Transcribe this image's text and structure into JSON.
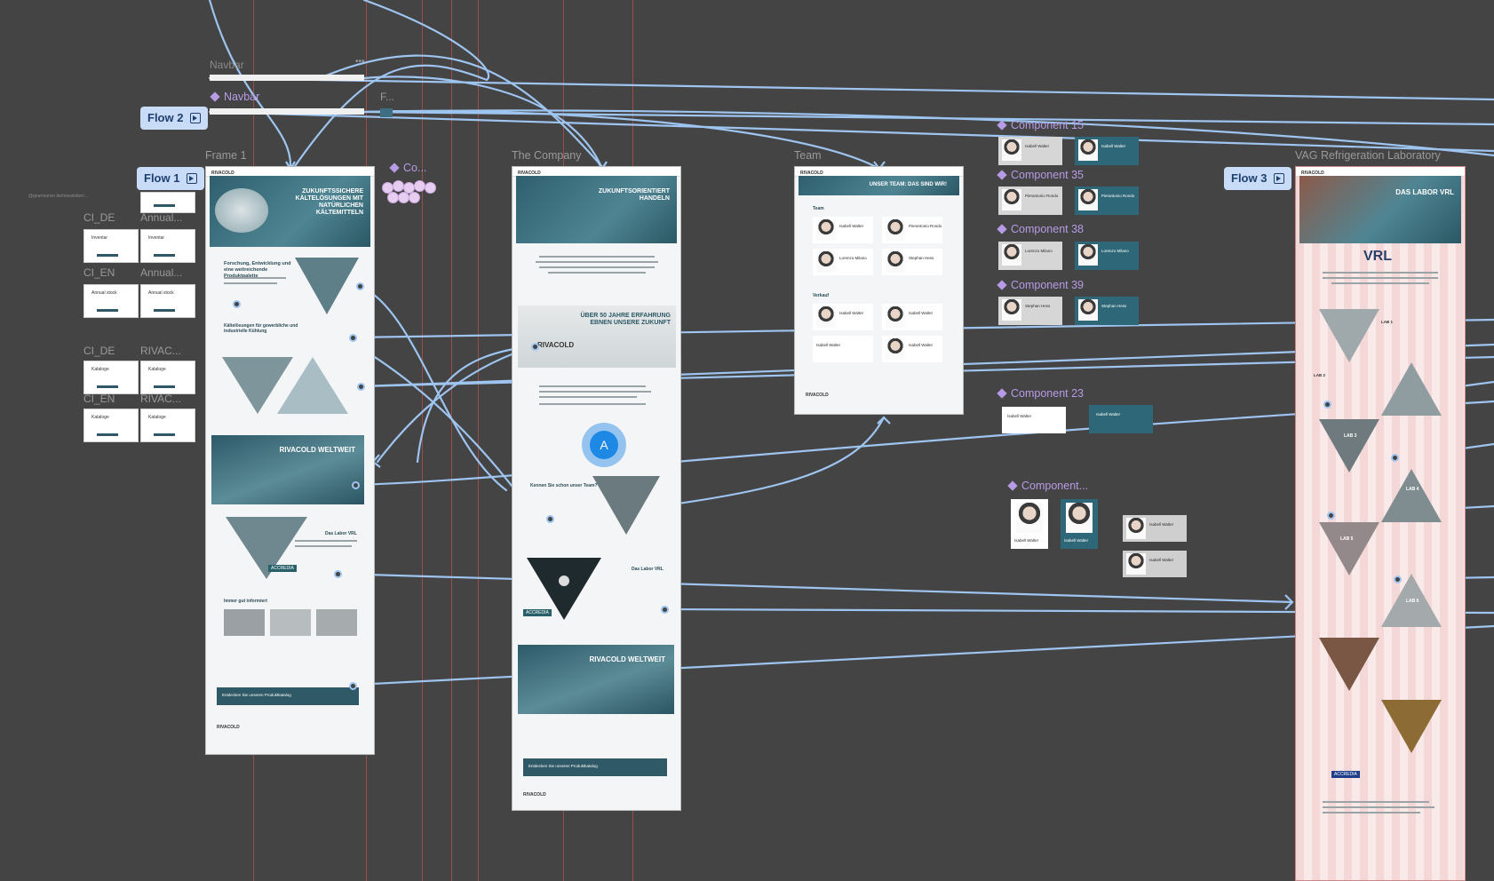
{
  "canvas": {
    "background": "#444444",
    "wire_color": "#9ec4f0",
    "guide_color": "#b5524e",
    "component_color": "#b79be6"
  },
  "navbar": {
    "ghost_label": "Navbar",
    "component_label": "Navbar",
    "dots": "•••"
  },
  "flows": [
    {
      "label": "Flow 2",
      "icon": "flow-play-icon"
    },
    {
      "label": "Flow 1",
      "icon": "flow-play-icon"
    },
    {
      "label": "Flow 3",
      "icon": "flow-play-icon"
    }
  ],
  "frames": {
    "frame1": {
      "title": "Frame 1",
      "logo": "RIVACOLD",
      "hero": "ZUKUNFTSSICHERE KÄLTELÖSUNGEN MIT NATÜRLICHEN KÄLTEMITTELN",
      "h1": "Forschung, Entwicklung und eine weitreichende Produktpalette",
      "h2": "Kältelösungen für gewerbliche und industrielle Kühlung",
      "map": "RIVACOLD WELTWEIT",
      "labor": "Das Labor VRL",
      "accredia": "ACCREDIA",
      "news": "Immer gut informiert",
      "cta": "Entdecken Sie unseren Produktkatalog"
    },
    "company": {
      "title": "The Company",
      "logo": "RIVACOLD",
      "hero": "ZUKUNFTSORIENTIERT HANDELN",
      "exp": "ÜBER 50 JAHRE ERFAHRUNG EBNEN UNSERE ZUKUNFT",
      "brand": "RIVACOLD",
      "team_q": "Kennen Sie schon unser Team?",
      "labor": "Das Labor VRL",
      "accredia": "ACCREDIA",
      "map": "RIVACOLD WELTWEIT",
      "cta": "Entdecken Sie unseren Produktkatalog"
    },
    "team": {
      "title": "Team",
      "logo": "RIVACOLD",
      "hero": "UNSER TEAM: DAS SIND WIR!",
      "section1": "Team",
      "section2": "Verkauf",
      "people": [
        "Isabell Walter",
        "Pierantonio Rondo",
        "Lorenzo Milano",
        "Stephan Hess",
        "Isabell Walter",
        "Isabell Walter",
        "Isabell Walter",
        "Isabell Walter"
      ]
    },
    "vrl": {
      "title": "VAG Refrigeration Laboratory",
      "logo": "RIVACOLD",
      "hero": "DAS LABOR VRL",
      "brand": "VRL",
      "labs": [
        "LAB 1",
        "LAB 2",
        "LAB 3",
        "LAB 4",
        "LAB 5",
        "LAB 6"
      ],
      "accredia": "ACCREDIA"
    }
  },
  "side_labels": {
    "ci_de": "CI_DE",
    "annual1": "Annual...",
    "ci_en": "CI_EN",
    "annual2": "Annual...",
    "ci_de2": "CI_DE",
    "rivac1": "RIVAC...",
    "ci_en2": "CI_EN",
    "rivac2": "RIVAC...",
    "small_text": "@gearmanvn.de/newsletter/..."
  },
  "mini_cards": [
    {
      "text": "Inventar"
    },
    {
      "text": "Inventar"
    },
    {
      "text": "Annual stock"
    },
    {
      "text": "Annual stock"
    },
    {
      "text": "Kataloge"
    },
    {
      "text": "Kataloge"
    },
    {
      "text": "Kataloge"
    },
    {
      "text": "Kataloge"
    }
  ],
  "components": [
    {
      "title": "Component 15",
      "a": "Isabell Walter",
      "b": "Isabell Walter"
    },
    {
      "title": "Component 35",
      "a": "Pierantonio Rondo",
      "b": "Pierantonio Rondo"
    },
    {
      "title": "Component 38",
      "a": "Lorenzo Milano",
      "b": "Lorenzo Milano"
    },
    {
      "title": "Component 39",
      "a": "Stephan Hess",
      "b": "Stephan Hess"
    },
    {
      "title": "Component 23",
      "a": "Isabell Walter",
      "b": "Isabell Walter"
    },
    {
      "title": "Component...",
      "a": "Isabell Walter",
      "b": "Isabell Walter",
      "c": "Isabell Walter",
      "d": "Isabell Walter"
    }
  ],
  "co_component": {
    "title": "Co..."
  },
  "f_label": "F...",
  "avatar": {
    "initial": "A",
    "color": "#1e88e5"
  }
}
